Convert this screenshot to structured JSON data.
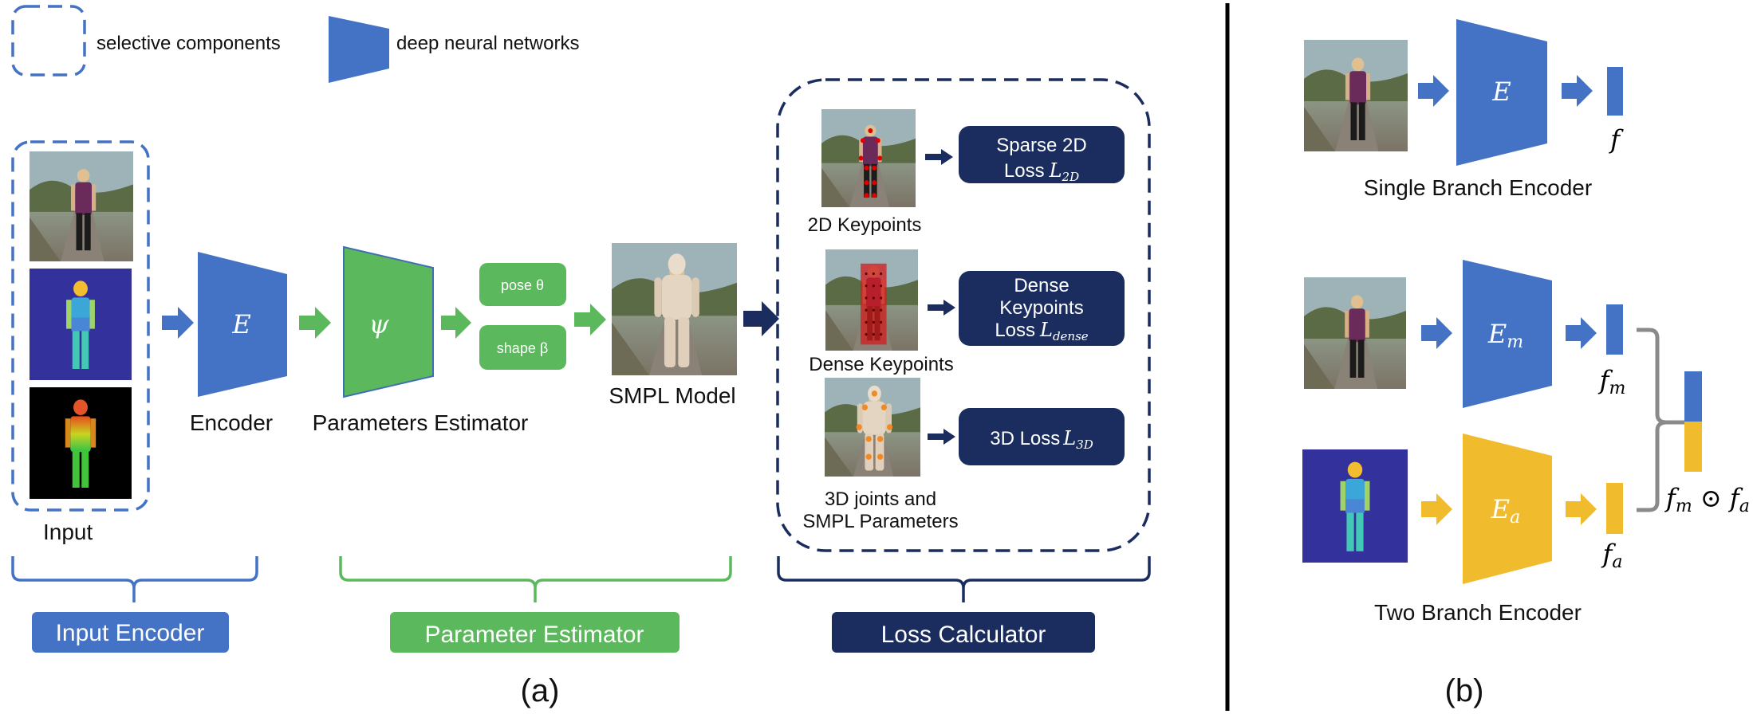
{
  "legend": {
    "selective": "selective components",
    "dnn": "deep neural networks"
  },
  "panel_a": {
    "input_label": "Input",
    "encoder_symbol": "E",
    "encoder_label": "Encoder",
    "estimator_symbol": "ψ",
    "estimator_label": "Parameters Estimator",
    "pose_label": "pose θ",
    "shape_label": "shape β",
    "smpl_label": "SMPL Model",
    "keypoints2d_label": "2D Keypoints",
    "dense_label": "Dense Keypoints",
    "joints3d_line1": "3D joints and",
    "joints3d_line2": "SMPL Parameters",
    "loss_sparse_line1": "Sparse 2D",
    "loss_sparse_line2": "Loss",
    "loss_sparse_math": "L",
    "loss_sparse_sub": "2D",
    "loss_dense_line1": "Dense",
    "loss_dense_line2": "Keypoints",
    "loss_dense_line3": "Loss",
    "loss_dense_math": "L",
    "loss_dense_sub": "dense",
    "loss_3d_text": "3D Loss",
    "loss_3d_math": "L",
    "loss_3d_sub": "3D",
    "group_input": "Input Encoder",
    "group_param": "Parameter Estimator",
    "group_loss": "Loss Calculator",
    "caption": "(a)"
  },
  "panel_b": {
    "single_symbol": "E",
    "single_feature": "f",
    "single_label": "Single Branch Encoder",
    "em_symbol": "E",
    "em_sub": "m",
    "ea_symbol": "E",
    "ea_sub": "a",
    "fm_symbol": "f",
    "fm_sub": "m",
    "fa_symbol": "f",
    "fa_sub": "a",
    "concat_f1": "f",
    "concat_s1": "m",
    "concat_op": " ⊙ ",
    "concat_f2": "f",
    "concat_s2": "a",
    "two_label": "Two Branch Encoder",
    "caption": "(b)"
  },
  "colors": {
    "blue": "#4472c4",
    "green": "#5cb85c",
    "navy": "#1a2d5e",
    "yellow": "#f0bb2d",
    "gray": "#8a8a8a",
    "black": "#000000"
  }
}
